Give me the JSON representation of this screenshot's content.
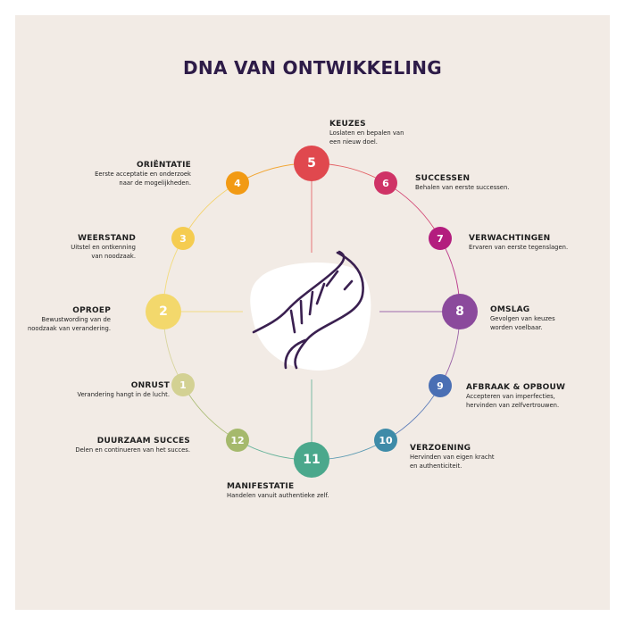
{
  "title": "DNA VAN ONTWIKKELING",
  "colors": {
    "background": "#f2ebe5",
    "title": "#2d1b47",
    "icon": "#3a2050"
  },
  "center_icon": "dna-helix-icon",
  "steps": [
    {
      "number": "1",
      "title": "ONRUST",
      "description": [
        "Verandering hangt in de lucht."
      ],
      "color": "#d3d193"
    },
    {
      "number": "2",
      "title": "OPROEP",
      "description": [
        "Bewustwording van de",
        "noodzaak van verandering."
      ],
      "color": "#f3d86c"
    },
    {
      "number": "3",
      "title": "WEERSTAND",
      "description": [
        "Uitstel en ontkenning",
        "van noodzaak."
      ],
      "color": "#f5cc50"
    },
    {
      "number": "4",
      "title": "ORIËNTATIE",
      "description": [
        "Eerste acceptatie en onderzoek",
        "naar de mogelijkheden."
      ],
      "color": "#f29a14"
    },
    {
      "number": "5",
      "title": "KEUZES",
      "description": [
        "Loslaten en bepalen van",
        "een nieuw doel."
      ],
      "color": "#e0484e"
    },
    {
      "number": "6",
      "title": "SUCCESSEN",
      "description": [
        "Behalen van eerste successen."
      ],
      "color": "#cf3366"
    },
    {
      "number": "7",
      "title": "VERWACHTINGEN",
      "description": [
        "Ervaren van eerste tegenslagen."
      ],
      "color": "#b31d7e"
    },
    {
      "number": "8",
      "title": "OMSLAG",
      "description": [
        "Gevolgen van keuzes",
        "worden voelbaar."
      ],
      "color": "#8b4a9c"
    },
    {
      "number": "9",
      "title": "AFBRAAK & OPBOUW",
      "description": [
        "Accepteren van imperfecties,",
        "hervinden van zelfvertrouwen."
      ],
      "color": "#4a6fb4"
    },
    {
      "number": "10",
      "title": "VERZOENING",
      "description": [
        "Hervinden van eigen kracht",
        "en authenticiteit."
      ],
      "color": "#3e8ba8"
    },
    {
      "number": "11",
      "title": "MANIFESTATIE",
      "description": [
        "Handelen vanuit authentieke zelf."
      ],
      "color": "#4ba88c"
    },
    {
      "number": "12",
      "title": "DUURZAAM SUCCES",
      "description": [
        "Delen en continueren van het succes."
      ],
      "color": "#a5b96c"
    }
  ]
}
